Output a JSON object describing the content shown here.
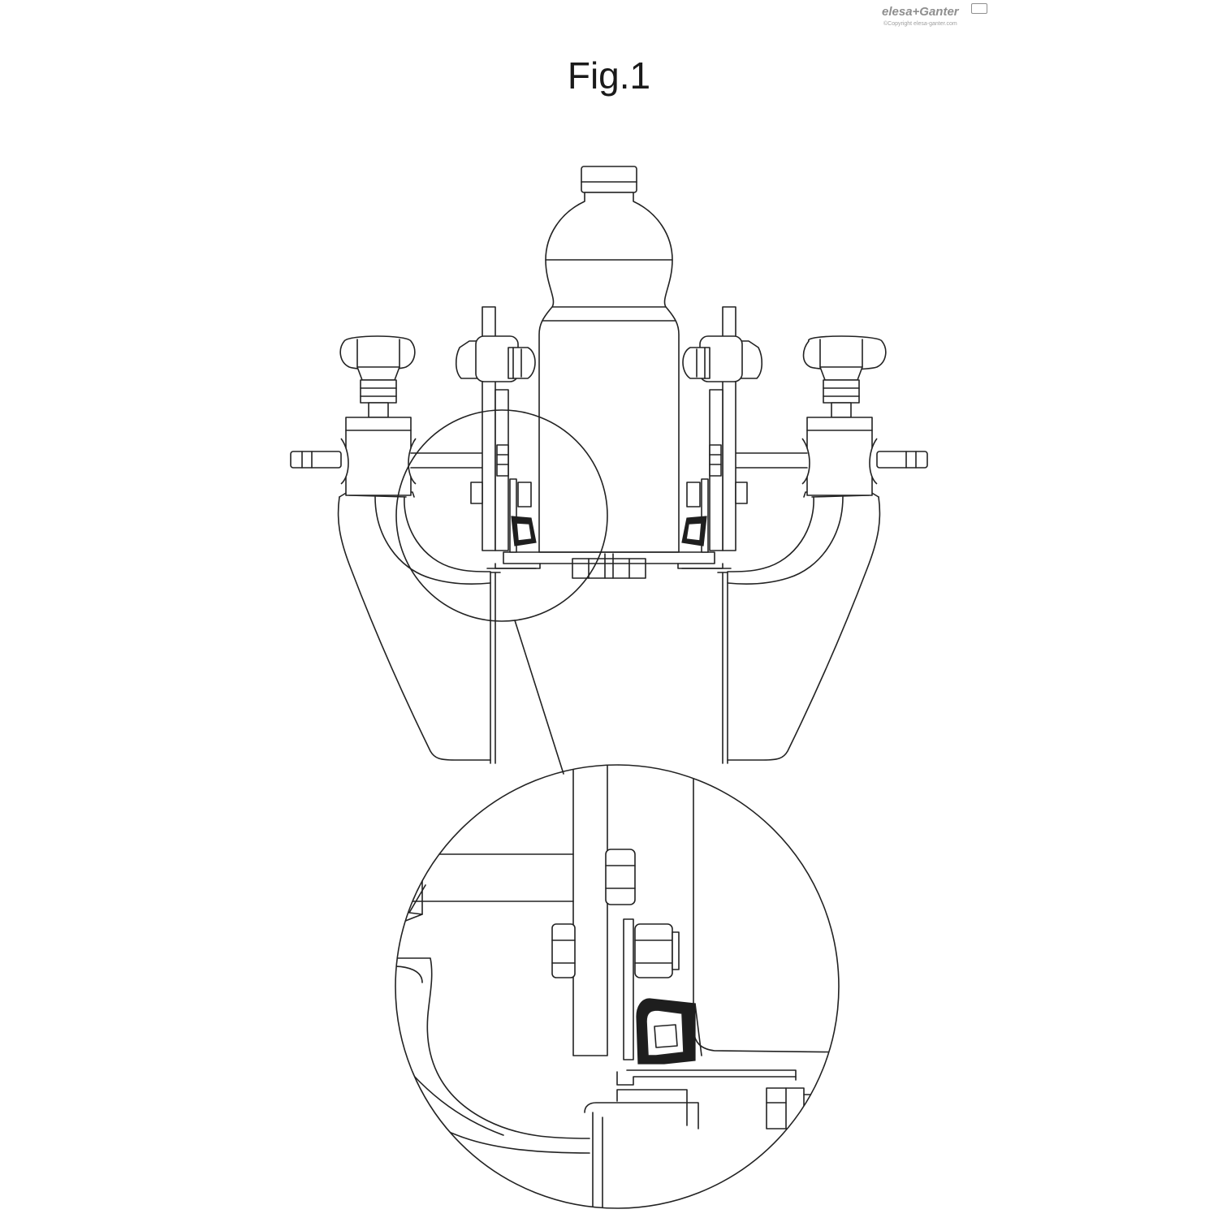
{
  "figure": {
    "title": "Fig.1"
  },
  "brand": {
    "name": "elesa+Ganter",
    "copyright": "©Copyright elesa-ganter.com",
    "color": "#8f8f8f"
  }
}
